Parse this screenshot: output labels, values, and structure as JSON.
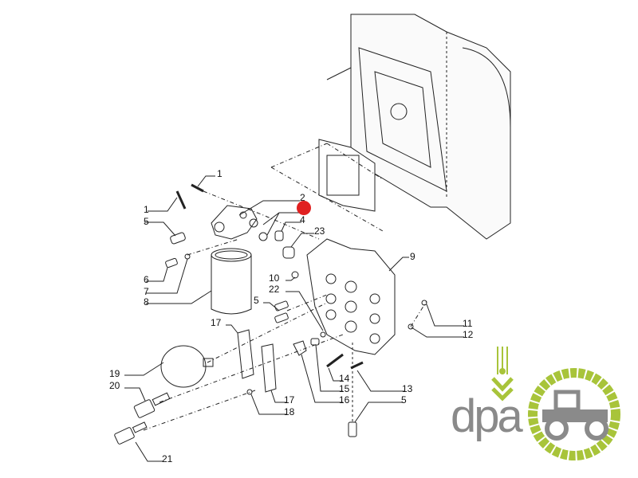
{
  "diagram": {
    "callouts": [
      "1",
      "1",
      "5",
      "2",
      "4",
      "23",
      "9",
      "6",
      "7",
      "8",
      "10",
      "22",
      "5",
      "17",
      "11",
      "12",
      "19",
      "20",
      "14",
      "15",
      "13",
      "16",
      "17",
      "5",
      "18",
      "21"
    ],
    "highlight_color": "#e02020",
    "line_color": "#222222"
  },
  "logo": {
    "text": "dpa",
    "green": "#a8c43a",
    "gray": "#8a8a8a"
  }
}
